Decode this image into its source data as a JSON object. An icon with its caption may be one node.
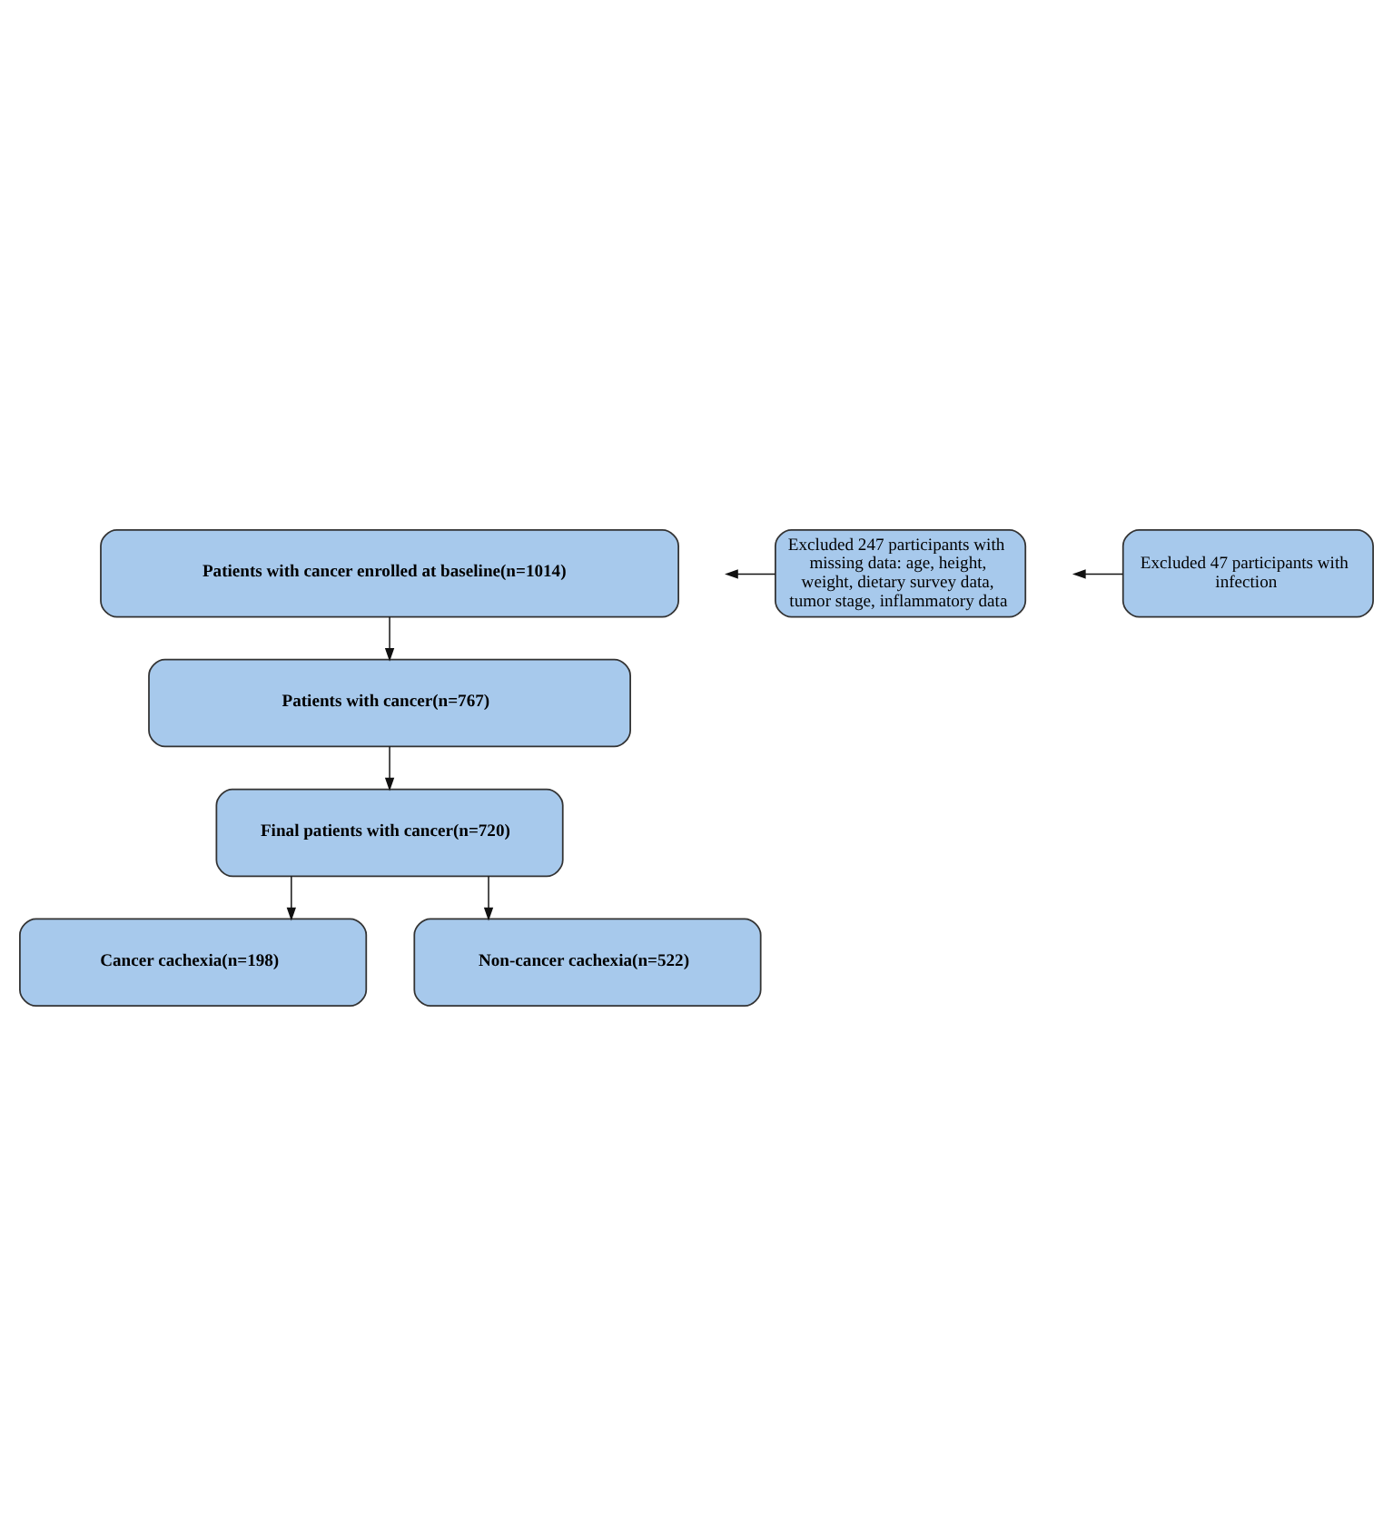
{
  "diagram": {
    "nodes": [
      {
        "text": [
          "Patients with cancer enrolled at baseline(n=1014)"
        ]
      },
      {
        "text": [
          "Excluded 247 participants with missing data: age, height, weight, dietary survey data, tumor stage, inflammatory data"
        ]
      },
      {
        "text": [
          "Patients with cancer(n=767)"
        ]
      },
      {
        "text": [
          "Excluded 47 participants with infection"
        ]
      },
      {
        "text": [
          "Final patients with cancer(n=720)"
        ]
      },
      {
        "text": [
          "Cancer cachexia(n=198)"
        ]
      },
      {
        "text": [
          "Non-cancer cachexia(n=522)"
        ]
      }
    ],
    "edges": [
      {
        "from": 0,
        "to": 2,
        "arrow": "to"
      },
      {
        "from": 1,
        "to": null,
        "arrow": "to"
      },
      {
        "from": 2,
        "to": 4,
        "arrow": "to"
      },
      {
        "from": 3,
        "to": null,
        "arrow": "to"
      },
      {
        "from": 4,
        "to": 5,
        "arrow": "to"
      },
      {
        "from": 4,
        "to": 6,
        "arrow": "to"
      }
    ]
  }
}
